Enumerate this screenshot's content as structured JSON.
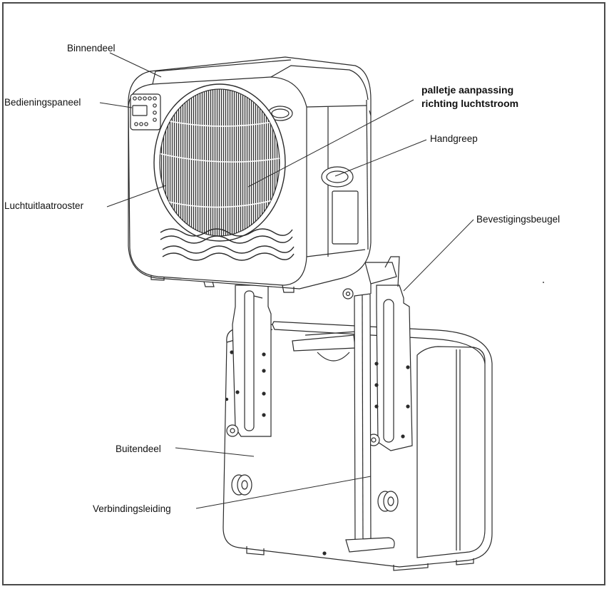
{
  "labels": {
    "binnendeel": "Binnendeel",
    "bedieningspaneel": "Bedieningspaneel",
    "palletje_line1": "palletje aanpassing",
    "palletje_line2": "richting luchtstroom",
    "handgreep": "Handgreep",
    "luchtuitlaatrooster": "Luchtuitlaatrooster",
    "bevestigingsbeugel": "Bevestigingsbeugel",
    "buitendeel": "Buitendeel",
    "verbindingsleiding": "Verbindingsleiding"
  },
  "colors": {
    "line": "#2b2b2b",
    "grille": "#3a3a3a",
    "frame": "#4a4a4a"
  }
}
